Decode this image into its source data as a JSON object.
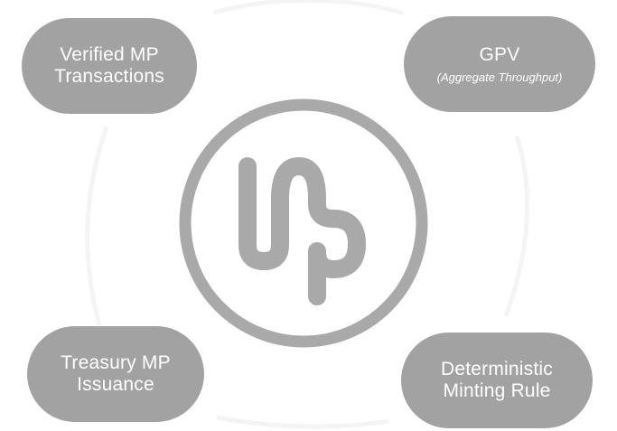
{
  "nodes": {
    "top_left": {
      "line1": "Verified MP",
      "line2": "Transactions"
    },
    "top_right": {
      "title": "GPV",
      "subtitle": "(Aggregate Throughput)"
    },
    "bottom_left": {
      "line1": "Treasury MP",
      "line2": "Issuance"
    },
    "bottom_right": {
      "line1": "Deterministic",
      "line2": "Minting Rule"
    }
  },
  "logo": {
    "text": "MP"
  },
  "colors": {
    "pill_fill": "#a2a2a2",
    "logo_stroke": "#a9a9a9",
    "text": "#ffffff",
    "faint_cycle": "#f3f3f3"
  }
}
